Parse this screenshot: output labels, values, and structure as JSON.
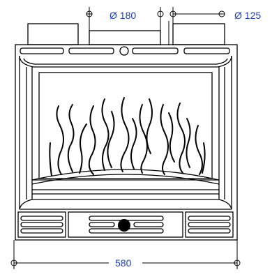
{
  "dimensions": {
    "flue_large_label": "Ø 180",
    "flue_small_label": "Ø 125",
    "width_label": "580"
  },
  "colors": {
    "dimension_text": "#1f3fbf",
    "line": "#000000",
    "background": "#ffffff"
  },
  "icons": {
    "control_knob": "knob-icon",
    "dimension_marker": "circle-crosshair-icon"
  }
}
